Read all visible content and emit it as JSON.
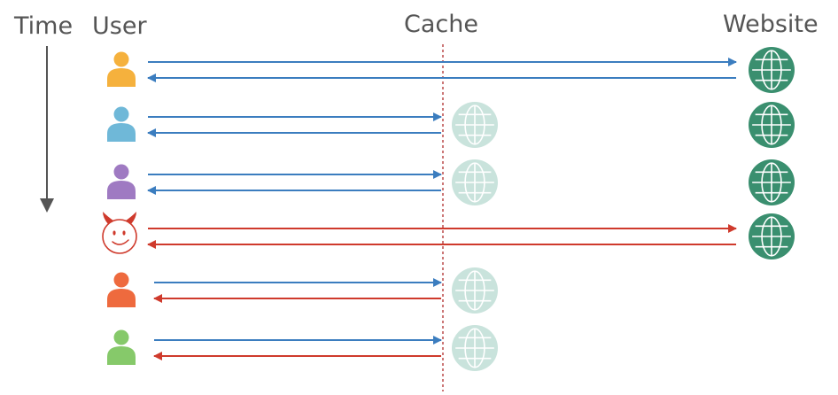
{
  "headers": {
    "time": "Time",
    "user": "User",
    "cache": "Cache",
    "website": "Website"
  },
  "colors": {
    "request_normal": "#3b7dbf",
    "request_attacker": "#cf3a2c",
    "website_globe": "#3a8f6f",
    "cache_globe": "#c9e3dc",
    "cache_line": "#b03030",
    "time_axis": "#555555"
  },
  "icons": {
    "user": "user-icon",
    "attacker": "devil-face-icon",
    "website": "globe-icon",
    "cache": "globe-icon"
  },
  "rows": [
    {
      "actor": "user",
      "user_color": "#f5b13d",
      "request_color": "#3b7dbf",
      "response_color": "#3b7dbf",
      "request_to": "website",
      "response_from": "website",
      "cache_globe": false
    },
    {
      "actor": "user",
      "user_color": "#6fb8d8",
      "request_color": "#3b7dbf",
      "response_color": "#3b7dbf",
      "request_to": "cache",
      "response_from": "cache",
      "cache_globe": true
    },
    {
      "actor": "user",
      "user_color": "#9f7ac2",
      "request_color": "#3b7dbf",
      "response_color": "#3b7dbf",
      "request_to": "cache",
      "response_from": "cache",
      "cache_globe": true
    },
    {
      "actor": "attacker",
      "user_color": "#cf3a2c",
      "request_color": "#cf3a2c",
      "response_color": "#cf3a2c",
      "request_to": "website",
      "response_from": "website",
      "cache_globe": false
    },
    {
      "actor": "user",
      "user_color": "#ee6a3e",
      "request_color": "#3b7dbf",
      "response_color": "#cf3a2c",
      "request_to": "cache",
      "response_from": "cache",
      "cache_globe": true
    },
    {
      "actor": "user",
      "user_color": "#86c96a",
      "request_color": "#3b7dbf",
      "response_color": "#cf3a2c",
      "request_to": "cache",
      "response_from": "cache",
      "cache_globe": true
    }
  ]
}
